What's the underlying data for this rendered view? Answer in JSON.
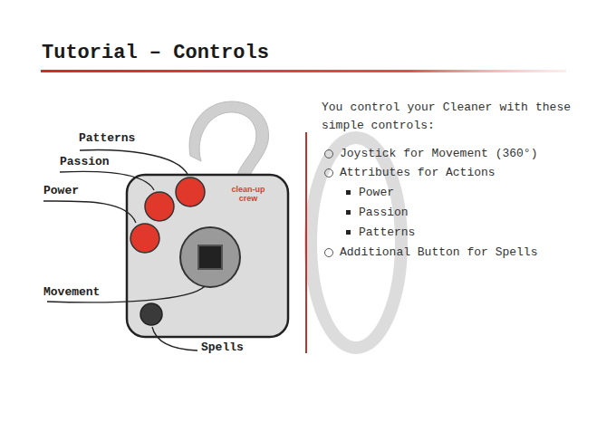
{
  "diagram": {
    "title": "Tutorial – Controls",
    "labels": [
      "Patterns",
      "Passion",
      "Power",
      "clean-up crew",
      "Movement",
      "Spells",
      "You control your Cleaner with these simple controls:",
      "Joystick for Movement (360°)",
      "Attributes for Actions",
      "Power",
      "Passion",
      "Patterns",
      "Additional Button for Spells"
    ]
  }
}
